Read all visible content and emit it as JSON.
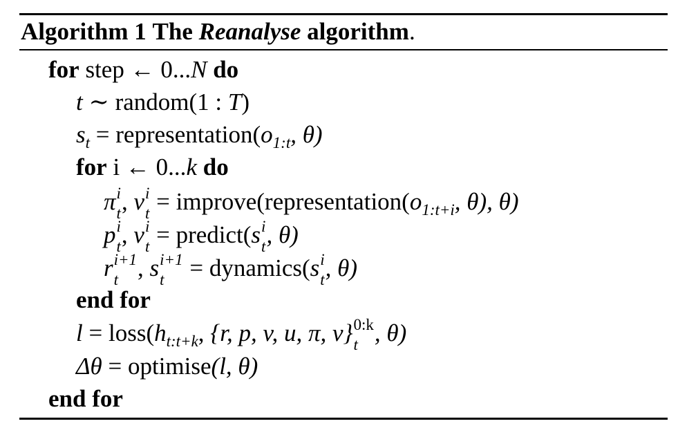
{
  "caption": {
    "label": "Algorithm 1",
    "title_pre": "The",
    "title_em": "Reanalyse",
    "title_post": "algorithm",
    "period": "."
  },
  "lines": {
    "l1": {
      "kw1": "for",
      "text": "step ← 0...",
      "var": "N",
      "kw2": "do"
    },
    "l2": {
      "var": "t",
      "op": " ∼ ",
      "fn": "random",
      "args": "(1 : ",
      "var2": "T",
      "close": ")"
    },
    "l3": {
      "lhs": "s",
      "lhs_sub": "t",
      "op": " = ",
      "fn": "representation",
      "open": "(",
      "arg": "o",
      "arg_sub": "1:t",
      "rest": ", θ)"
    },
    "l4": {
      "kw1": "for",
      "text": "i ← 0...",
      "var": "k",
      "kw2": "do"
    },
    "l5": {
      "a": "π",
      "a_sup": "i",
      "a_sub": "t",
      "b": "ν",
      "b_sup": "i",
      "b_sub": "t",
      "op": " = ",
      "fn": "improve",
      "fn2": "representation",
      "arg": "o",
      "arg_sub": "1:t+i",
      "rest": ", θ), θ)"
    },
    "l6": {
      "a": "p",
      "a_sup": "i",
      "a_sub": "t",
      "b": "v",
      "b_sup": "i",
      "b_sub": "t",
      "op": " = ",
      "fn": "predict",
      "arg": "s",
      "arg_sup": "i",
      "arg_sub": "t",
      "rest": ", θ)"
    },
    "l7": {
      "a": "r",
      "a_sup": "i+1",
      "a_sub": "t",
      "b": "s",
      "b_sup": "i+1",
      "b_sub": "t",
      "op": " = ",
      "fn": "dynamics",
      "arg": "s",
      "arg_sup": "i",
      "arg_sub": "t",
      "rest": ", θ)"
    },
    "l8": {
      "kw": "end for"
    },
    "l9": {
      "lhs": "l",
      "op": " = ",
      "fn": "loss",
      "h": "h",
      "h_sub": "t:t+k",
      "set": "{r, p, v, u, π, ν}",
      "set_sup": "0:k",
      "set_sub": "t",
      "rest": ", θ)"
    },
    "l10": {
      "lhs": "Δθ",
      "op": " = ",
      "fn": "optimise",
      "args": "(l, θ)"
    },
    "l11": {
      "kw": "end for"
    }
  }
}
